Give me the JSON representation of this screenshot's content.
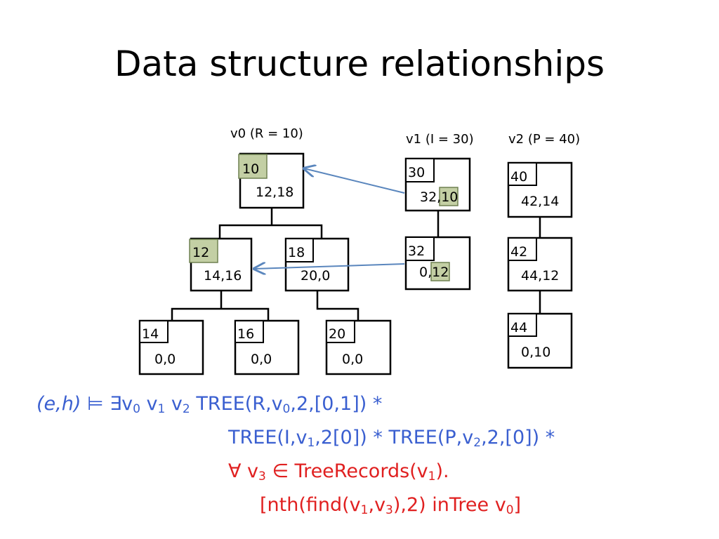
{
  "title": "Data structure relationships",
  "diagram": {
    "labels": {
      "v0": "v0 (R = 10)",
      "v1": "v1 (I = 30)",
      "v2": "v2 (P = 40)"
    },
    "nodes": {
      "n10": {
        "key": "10",
        "value": "12,18"
      },
      "n12": {
        "key": "12",
        "value": "14,16"
      },
      "n18": {
        "key": "18",
        "value": "20,0"
      },
      "n14": {
        "key": "14",
        "value": "0,0"
      },
      "n16": {
        "key": "16",
        "value": "0,0"
      },
      "n20": {
        "key": "20",
        "value": "0,0"
      },
      "n30": {
        "key": "30",
        "value_prefix": "32,",
        "value_highlight": "10"
      },
      "n32": {
        "key": "32",
        "value_prefix": "0,",
        "value_highlight": "12"
      },
      "n40": {
        "key": "40",
        "value": "42,14"
      },
      "n42": {
        "key": "42",
        "value": "44,12"
      },
      "n44": {
        "key": "44",
        "value": "0,10"
      }
    },
    "colors": {
      "highlight": "#c3cfa4",
      "arrow": "#5a86bd",
      "formula_blue": "#3a5fd0",
      "formula_red": "#e02020"
    }
  },
  "formula": {
    "line1": {
      "eh": "(e,h)",
      "models": "⊨",
      "exists": " ∃v",
      "s0": "0",
      "sp1": " v",
      "s1": "1",
      "sp2": " v",
      "s2": "2",
      "tree": " TREE(R,v",
      "s3": "0",
      "end": ",2,[0,1]) *"
    },
    "line2": {
      "a": "TREE(I,v",
      "s1": "1",
      "b": ",2[0]) * TREE(P,v",
      "s2": "2",
      "c": ",2,[0]) *"
    },
    "line3": {
      "a": "∀ v",
      "s1": "3",
      "b": " ∈ TreeRecords(v",
      "s2": "1",
      "c": ")."
    },
    "line4": {
      "a": "[nth(find(v",
      "s1": "1",
      "b": ",v",
      "s2": "3",
      "c": "),2) inTree v",
      "s3": "0",
      "d": "]"
    }
  }
}
